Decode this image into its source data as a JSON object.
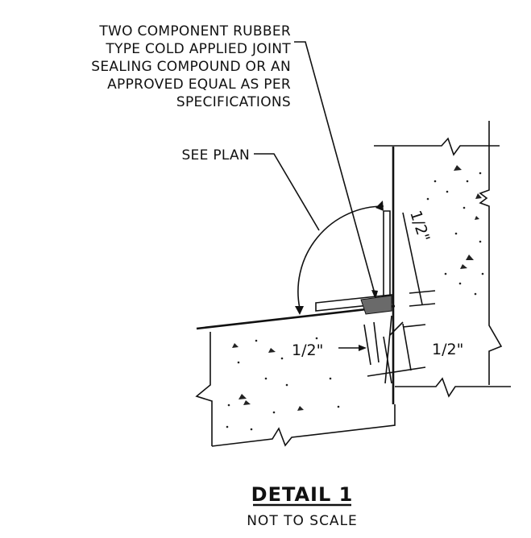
{
  "note": {
    "lines": [
      "TWO COMPONENT RUBBER",
      "TYPE COLD APPLIED JOINT",
      "SEALING COMPOUND OR AN",
      "APPROVED EQUAL AS PER",
      "SPECIFICATIONS"
    ]
  },
  "see_plan": "SEE PLAN",
  "dimensions": {
    "vertical_gap": "1/2\"",
    "left_gap": "1/2\"",
    "right_gap": "1/2\""
  },
  "title": {
    "detail": "DETAIL 1",
    "scale": "NOT TO SCALE"
  }
}
